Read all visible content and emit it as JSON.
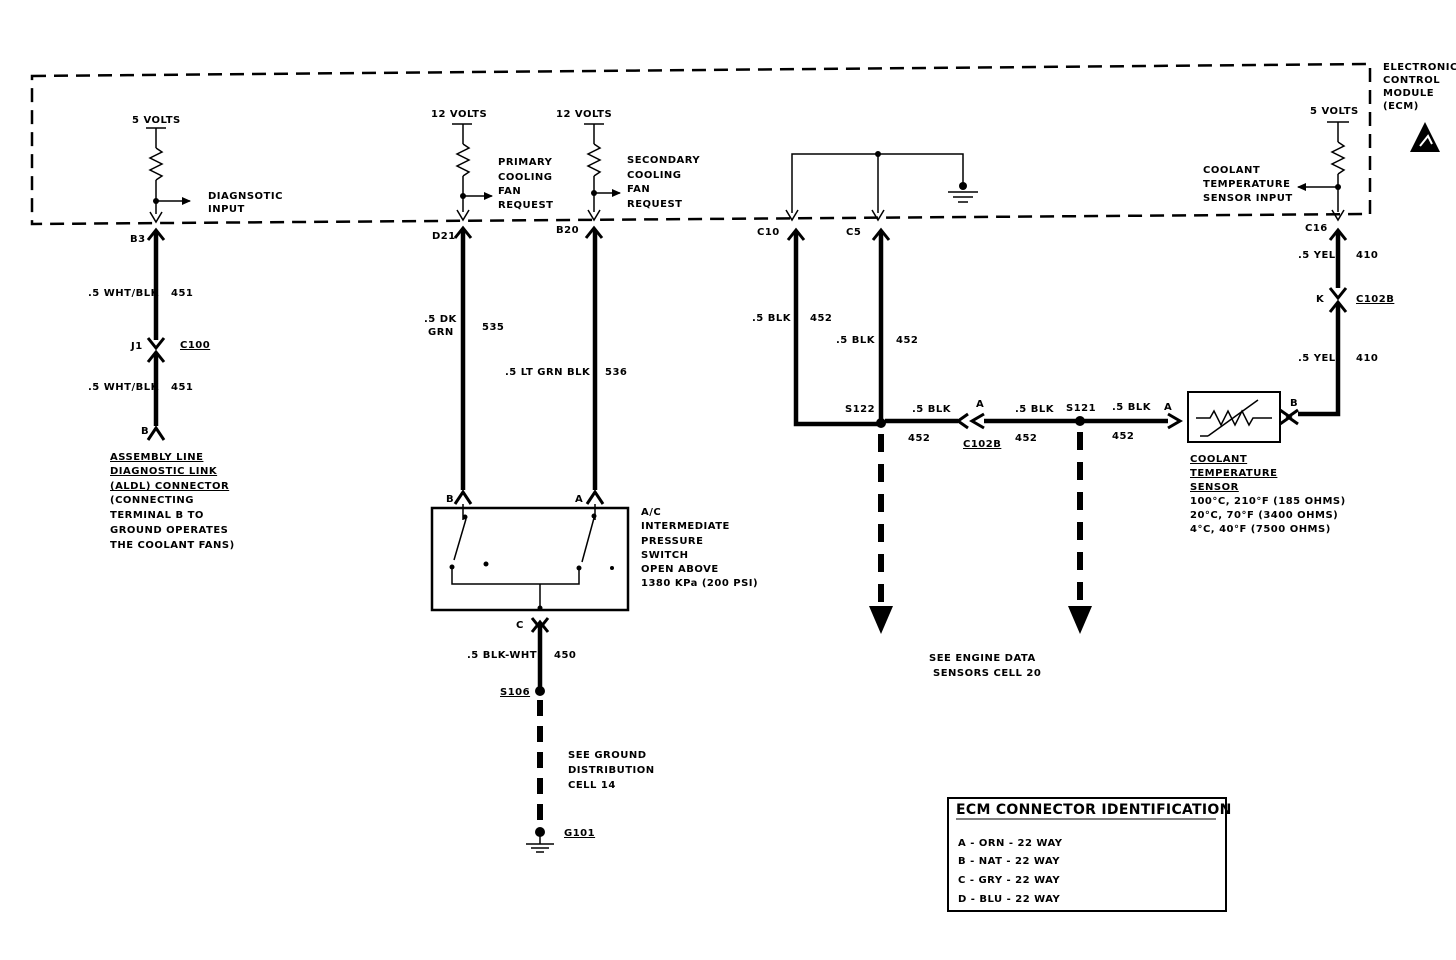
{
  "ecm": {
    "title_lines": [
      "ELECTRONIC",
      "CONTROL",
      "MODULE",
      "(ECM)"
    ],
    "supply_5v_left": "5 VOLTS",
    "supply_12v_a": "12 VOLTS",
    "supply_12v_b": "12 VOLTS",
    "supply_5v_right": "5 VOLTS",
    "diag_input_lines": [
      "DIAGNSOTIC",
      "INPUT"
    ],
    "primary_fan_lines": [
      "PRIMARY",
      "COOLING",
      "FAN",
      "REQUEST"
    ],
    "secondary_fan_lines": [
      "SECONDARY",
      "COOLING",
      "FAN",
      "REQUEST"
    ],
    "coolant_input_lines": [
      "COOLANT",
      "TEMPERATURE",
      "SENSOR INPUT"
    ]
  },
  "terminals": {
    "b3": "B3",
    "d21": "D21",
    "b20": "B20",
    "c10": "C10",
    "c5": "C5",
    "c16": "C16",
    "j1": "J1",
    "c100": "C100",
    "b_aldl": "B",
    "b_sw": "B",
    "a_sw": "A",
    "c_sw": "C",
    "k": "K",
    "c102b_top": "C102B",
    "a_ctsw": "A",
    "b_ctsw": "B",
    "a_c102b": "A",
    "c102b_mid": "C102B"
  },
  "wires": {
    "w451a_color": ".5 WHT/BLK",
    "w451a_num": "451",
    "w451b_color": ".5 WHT/BLK",
    "w451b_num": "451",
    "w535_color_1": ".5 DK",
    "w535_color_2": "GRN",
    "w535_num": "535",
    "w536_color": ".5 LT GRN BLK",
    "w536_num": "536",
    "w452a_color": ".5 BLK",
    "w452a_num": "452",
    "w452b_color": ".5 BLK",
    "w452b_num": "452",
    "w410a_color": ".5 YEL",
    "w410a_num": "410",
    "w410b_color": ".5 YEL",
    "w410b_num": "410",
    "w452c_color": ".5 BLK",
    "w452c_num": "452",
    "w452d_color": ".5 BLK",
    "w452d_num": "452",
    "w452e_color": ".5 BLK",
    "w452e_num": "452",
    "w450_color": ".5 BLK-WHT",
    "w450_num": "450"
  },
  "splices": {
    "s122": "S122",
    "s121": "S121",
    "s106": "S106",
    "g101": "G101"
  },
  "aldl_lines": [
    "ASSEMBLY LINE",
    "DIAGNOSTIC LINK",
    "(ALDL) CONNECTOR",
    "(CONNECTING",
    "TERMINAL B TO",
    "GROUND OPERATES",
    "THE COOLANT FANS)"
  ],
  "ac_switch_lines": [
    "A/C",
    "INTERMEDIATE",
    "PRESSURE",
    "SWITCH",
    "OPEN ABOVE",
    "1380 KPa (200 PSI)"
  ],
  "coolant_sensor_lines": [
    "COOLANT",
    "TEMPERATURE",
    "SENSOR",
    "100°C, 210°F (185 OHMS)",
    "20°C, 70°F (3400 OHMS)",
    "4°C, 40°F (7500 OHMS)"
  ],
  "see_engine_lines": [
    "SEE ENGINE DATA",
    "SENSORS CELL 20"
  ],
  "see_ground_lines": [
    "SEE GROUND",
    "DISTRIBUTION",
    "CELL 14"
  ],
  "legend": {
    "title": "ECM CONNECTOR IDENTIFICATION",
    "items": [
      "A - ORN - 22 WAY",
      "B - NAT - 22 WAY",
      "C - GRY - 22 WAY",
      "D - BLU - 22 WAY"
    ]
  }
}
